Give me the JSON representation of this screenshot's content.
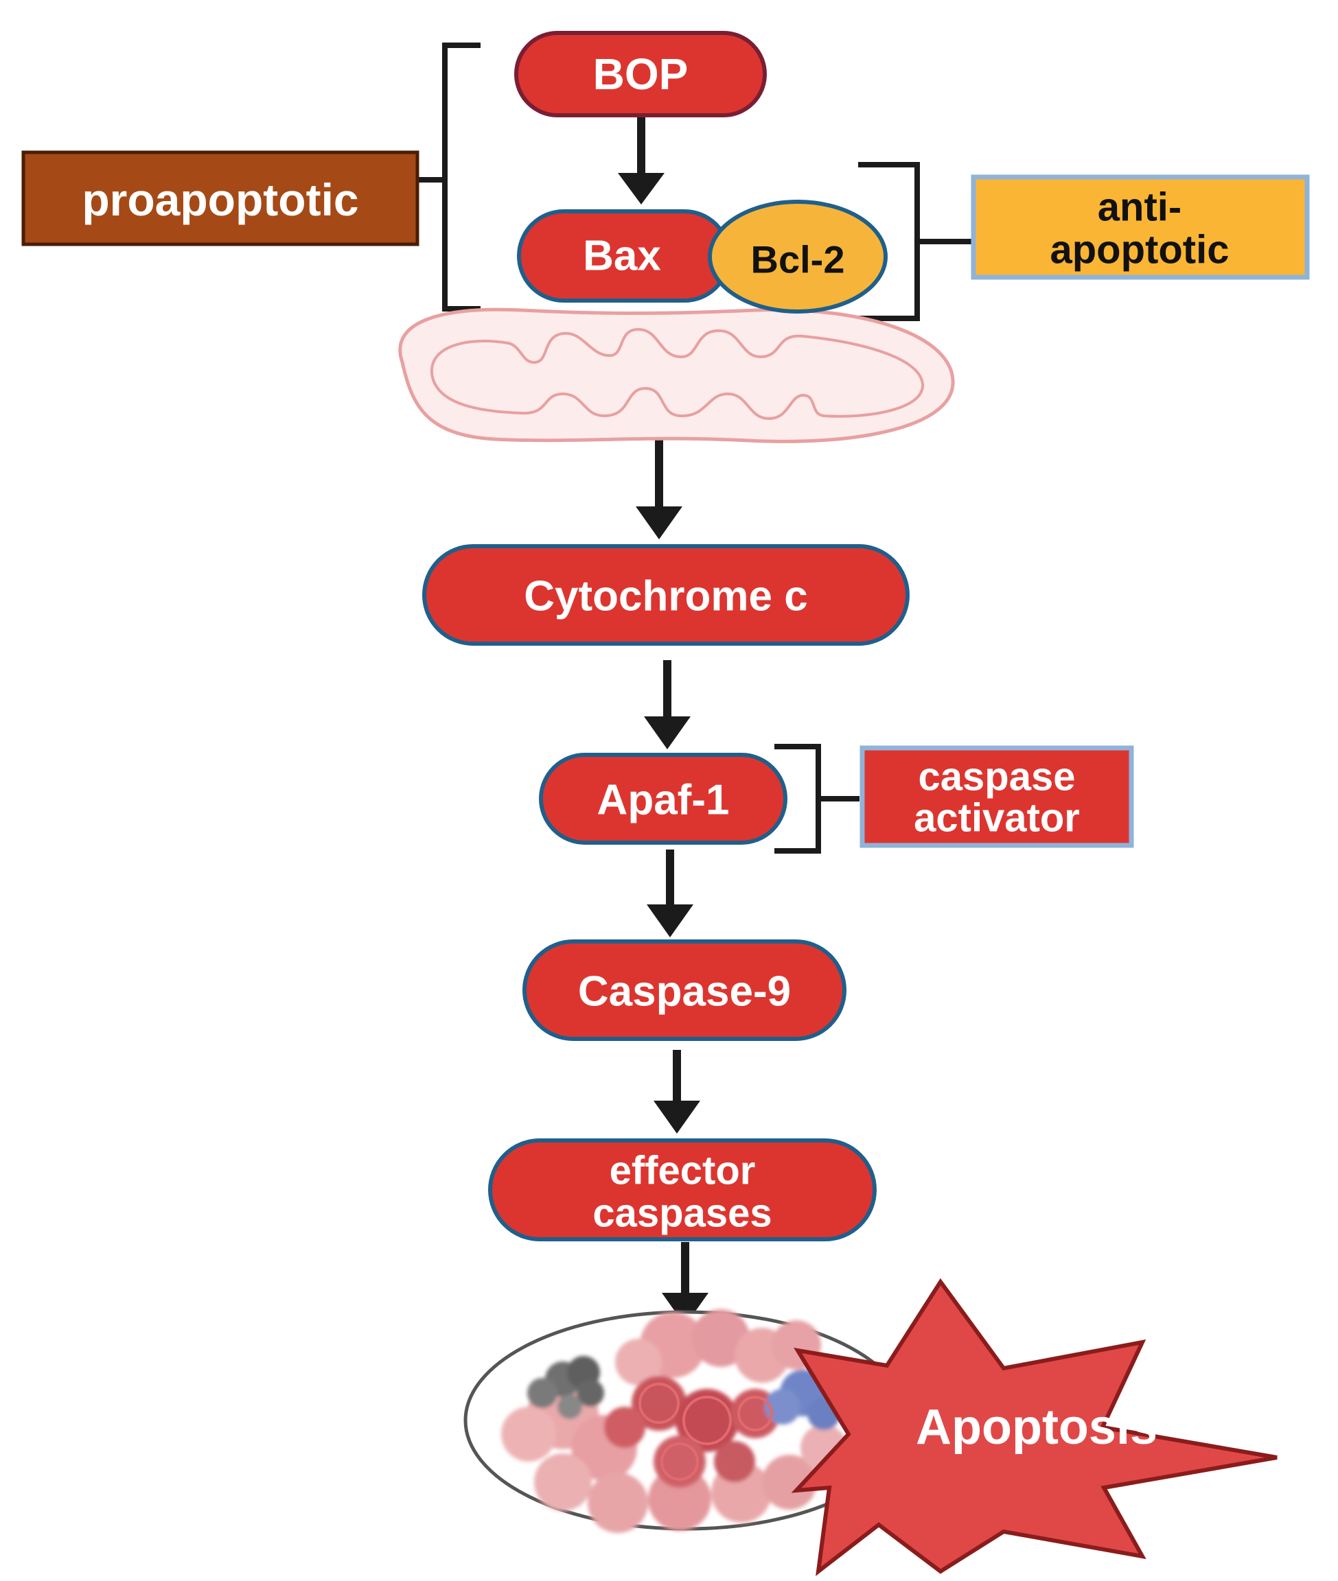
{
  "nodes": {
    "bop": "BOP",
    "bax": "Bax",
    "bcl2": "Bcl-2",
    "cytochrome_c": "Cytochrome c",
    "apaf1": "Apaf-1",
    "caspase9": "Caspase-9",
    "effector_caspases": [
      "effector",
      "caspases"
    ],
    "apoptosis": "Apoptosis"
  },
  "labels": {
    "proapoptotic": "proapoptotic",
    "anti_apoptotic": [
      "anti-",
      "apoptotic"
    ],
    "caspase_activator": [
      "caspase",
      "activator"
    ]
  },
  "colors": {
    "node_fill": "#dc3530",
    "node_border": "#1f5f8b",
    "bop_border": "#7a1e33",
    "bcl2_fill": "#f6b53a",
    "proapoptotic_fill": "#a54a16",
    "anti_apoptotic_fill": "#fbb534",
    "label_box_border": "#8fb3d9",
    "mitochondria_stroke": "#e8a0a0",
    "mitochondria_fill": "#fdecec",
    "star_fill": "#e04848",
    "star_border": "#8b1c1c"
  },
  "icons": [
    "mitochondria-icon",
    "apoptotic-cell-icon",
    "starburst-icon"
  ]
}
